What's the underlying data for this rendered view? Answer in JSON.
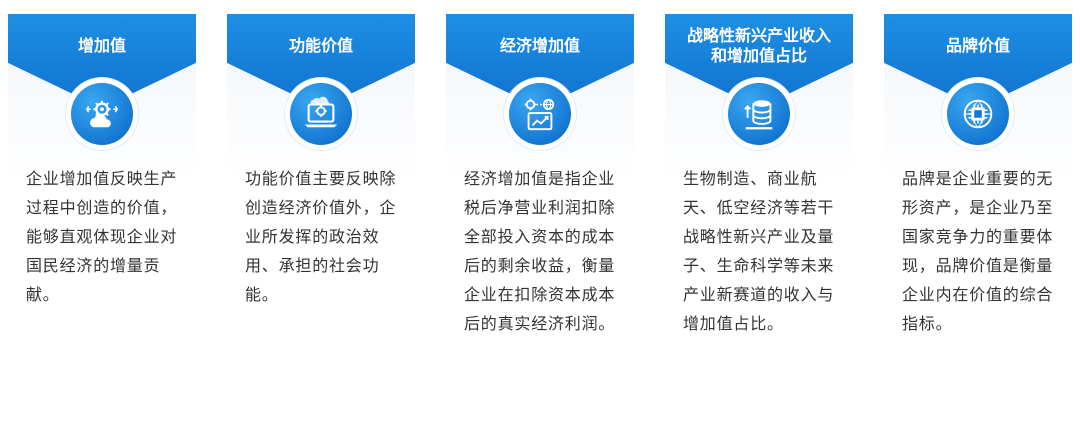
{
  "cards": [
    {
      "title": "增加值",
      "icon": "gear-cloud-icon",
      "desc": "企业增加值反映生产过程中创造的价值，能够直观体现企业对国民经济的增量贡献。"
    },
    {
      "title": "功能价值",
      "icon": "laptop-gear-icon",
      "desc": "功能价值主要反映除创造经济价值外，企业所发挥的政治效用、承担的社会功能。"
    },
    {
      "title": "经济增加值",
      "icon": "chart-globe-icon",
      "desc": "经济增加值是指企业税后净营业利润扣除全部投入资本的成本后的剩余收益，衡量企业在扣除资本成本后的真实经济利润。"
    },
    {
      "title": "战略性新兴产业收入\n和增加值占比",
      "icon": "database-growth-icon",
      "desc": "生物制造、商业航天、低空经济等若干战略性新兴产业及量子、生命科学等未来产业新赛道的收入与增加值占比。"
    },
    {
      "title": "品牌价值",
      "icon": "chip-globe-icon",
      "desc": "品牌是企业重要的无形资产，是企业乃至国家竞争力的重要体现，品牌价值是衡量企业内在价值的综合指标。"
    }
  ]
}
